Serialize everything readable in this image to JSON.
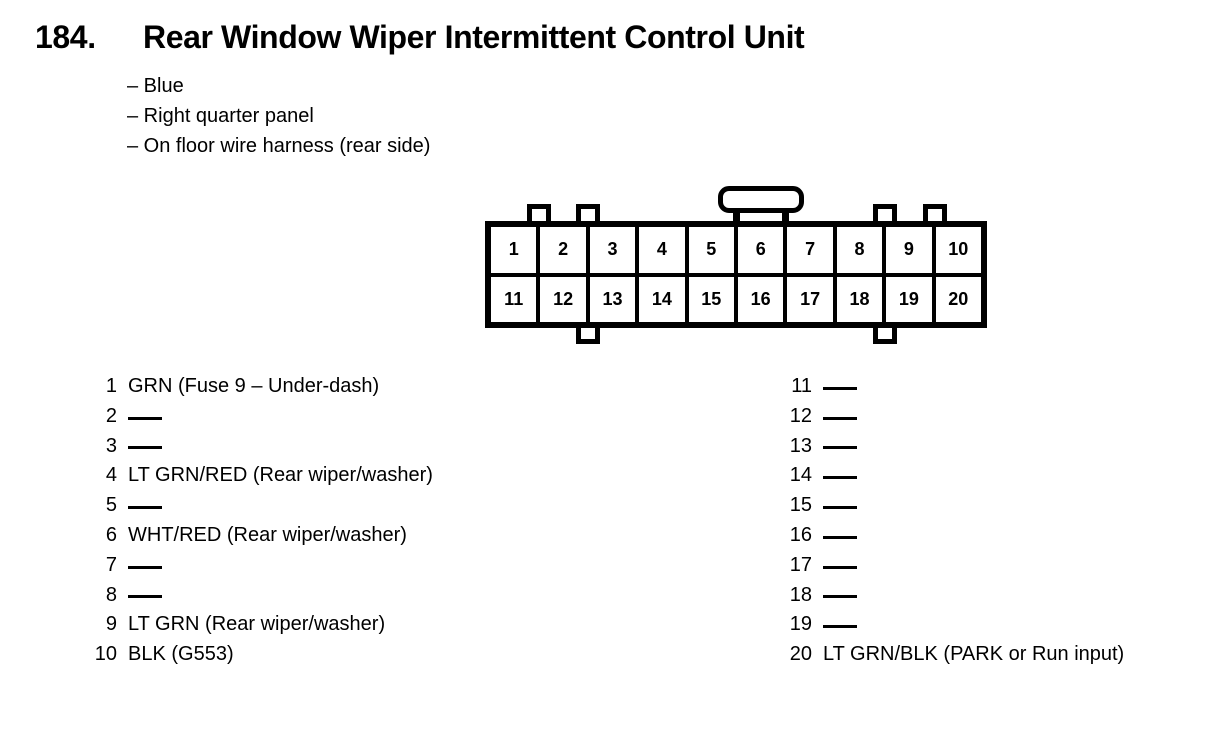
{
  "colors": {
    "ink": "#000000",
    "paper": "#ffffff"
  },
  "header": {
    "figure_number": "184.",
    "title": "Rear Window Wiper Intermittent Control Unit",
    "location_notes": [
      "– Blue",
      "– Right quarter panel",
      "– On floor wire harness (rear side)"
    ]
  },
  "connector": {
    "rows": [
      [
        "1",
        "2",
        "3",
        "4",
        "5",
        "6",
        "7",
        "8",
        "9",
        "10"
      ],
      [
        "11",
        "12",
        "13",
        "14",
        "15",
        "16",
        "17",
        "18",
        "19",
        "20"
      ]
    ]
  },
  "pinout": {
    "empty_marker": "—",
    "left_column": [
      {
        "pin": "1",
        "wire": "GRN (Fuse 9 – Under-dash)"
      },
      {
        "pin": "2",
        "wire": ""
      },
      {
        "pin": "3",
        "wire": ""
      },
      {
        "pin": "4",
        "wire": "LT GRN/RED (Rear wiper/washer)"
      },
      {
        "pin": "5",
        "wire": ""
      },
      {
        "pin": "6",
        "wire": "WHT/RED (Rear wiper/washer)"
      },
      {
        "pin": "7",
        "wire": ""
      },
      {
        "pin": "8",
        "wire": ""
      },
      {
        "pin": "9",
        "wire": "LT GRN (Rear wiper/washer)"
      },
      {
        "pin": "10",
        "wire": "BLK (G553)"
      }
    ],
    "right_column": [
      {
        "pin": "11",
        "wire": ""
      },
      {
        "pin": "12",
        "wire": ""
      },
      {
        "pin": "13",
        "wire": ""
      },
      {
        "pin": "14",
        "wire": ""
      },
      {
        "pin": "15",
        "wire": ""
      },
      {
        "pin": "16",
        "wire": ""
      },
      {
        "pin": "17",
        "wire": ""
      },
      {
        "pin": "18",
        "wire": ""
      },
      {
        "pin": "19",
        "wire": ""
      },
      {
        "pin": "20",
        "wire": "LT GRN/BLK (PARK or Run input)"
      }
    ]
  }
}
